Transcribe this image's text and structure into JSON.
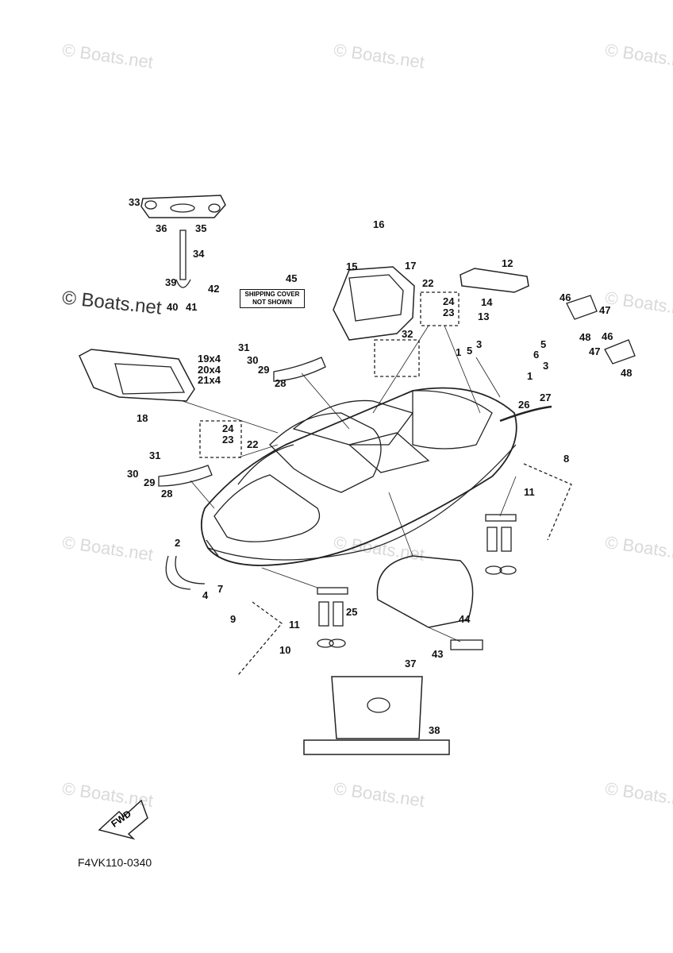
{
  "watermark": {
    "text": "© Boats.net"
  },
  "shipping_note": {
    "line1": "SHIPPING COVER",
    "line2": "NOT SHOWN"
  },
  "drawing_ref": "F4VK110-0340",
  "fwd_label": "FWD",
  "callouts": {
    "c1": "1",
    "c1b": "1",
    "c2": "2",
    "c3": "3",
    "c3b": "3",
    "c4": "4",
    "c5": "5",
    "c5b": "5",
    "c6": "6",
    "c7": "7",
    "c8": "8",
    "c9": "9",
    "c10": "10",
    "c11": "11",
    "c11b": "11",
    "c12": "12",
    "c13": "13",
    "c14": "14",
    "c15": "15",
    "c16": "16",
    "c17": "17",
    "c18": "18",
    "c19": "19x4",
    "c20": "20x4",
    "c21": "21x4",
    "c22": "22",
    "c22b": "22",
    "c23": "23",
    "c23b": "23",
    "c24": "24",
    "c24b": "24",
    "c25": "25",
    "c26": "26",
    "c27": "27",
    "c28": "28",
    "c28b": "28",
    "c29": "29",
    "c29b": "29",
    "c30": "30",
    "c30b": "30",
    "c31": "31",
    "c31b": "31",
    "c32": "32",
    "c33": "33",
    "c34": "34",
    "c35": "35",
    "c36": "36",
    "c37": "37",
    "c38": "38",
    "c39": "39",
    "c40": "40",
    "c41": "41",
    "c42": "42",
    "c43": "43",
    "c44": "44",
    "c45": "45",
    "c46": "46",
    "c46b": "46",
    "c47": "47",
    "c47b": "47",
    "c48": "48",
    "c48b": "48"
  }
}
